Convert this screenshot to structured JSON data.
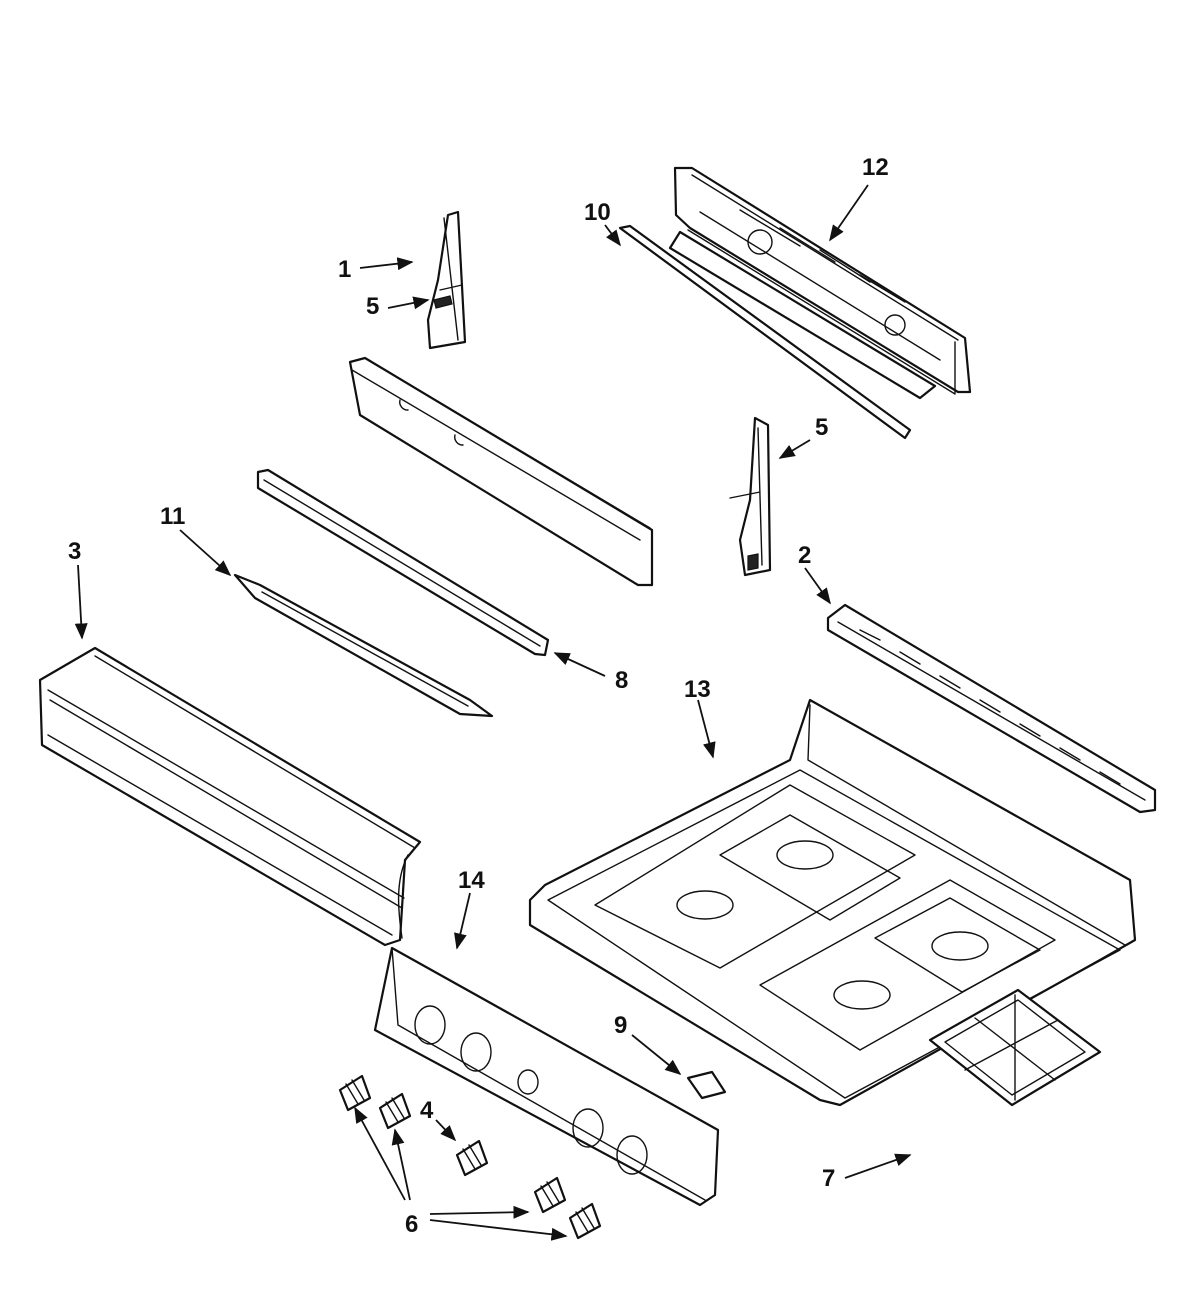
{
  "callouts": [
    {
      "id": "c1",
      "text": "1"
    },
    {
      "id": "c2",
      "text": "2"
    },
    {
      "id": "c3",
      "text": "3"
    },
    {
      "id": "c4",
      "text": "4"
    },
    {
      "id": "c5a",
      "text": "5"
    },
    {
      "id": "c5b",
      "text": "5"
    },
    {
      "id": "c6",
      "text": "6"
    },
    {
      "id": "c7",
      "text": "7"
    },
    {
      "id": "c8",
      "text": "8"
    },
    {
      "id": "c9",
      "text": "9"
    },
    {
      "id": "c10",
      "text": "10"
    },
    {
      "id": "c11",
      "text": "11"
    },
    {
      "id": "c12",
      "text": "12"
    },
    {
      "id": "c13",
      "text": "13"
    },
    {
      "id": "c14",
      "text": "14"
    }
  ],
  "colors": {
    "line": "#111111",
    "background": "#ffffff"
  }
}
